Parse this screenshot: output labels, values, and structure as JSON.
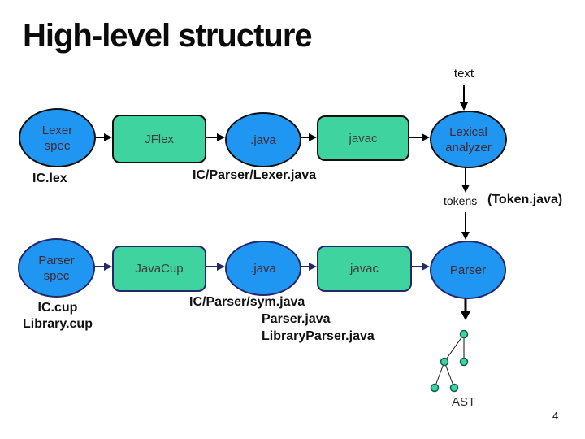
{
  "slide": {
    "title": "High-level structure",
    "page_number": "4"
  },
  "colors": {
    "ellipse_fill": "#1e96f2",
    "rect_fill": "#3fd3a0",
    "ellipse_text": "#46282e",
    "rect_text": "#3d3d3d",
    "row1_arrow": "#000000",
    "row2_arrow": "#28286e",
    "tree_node_fill": "#3fd3a0",
    "tree_node_stroke": "#0f5f4c"
  },
  "diagram": {
    "input_label": "text",
    "row1": {
      "lexer_spec": "Lexer\nspec",
      "jflex": "JFlex",
      "java": ".java",
      "javac": "javac",
      "lexical_analyzer": "Lexical\nanalyzer",
      "below_left": "IC.lex",
      "below_mid": "IC/Parser/Lexer.java"
    },
    "tokens": {
      "label": "tokens",
      "file": "(Token.java)"
    },
    "row2": {
      "parser_spec": "Parser\nspec",
      "javacup": "JavaCup",
      "java": ".java",
      "javac": "javac",
      "parser": "Parser",
      "below_left": "IC.cup\nLibrary.cup",
      "below_mid": "IC/Parser/sym.java\nParser.java\nLibraryParser.java"
    },
    "ast_label": "AST"
  }
}
